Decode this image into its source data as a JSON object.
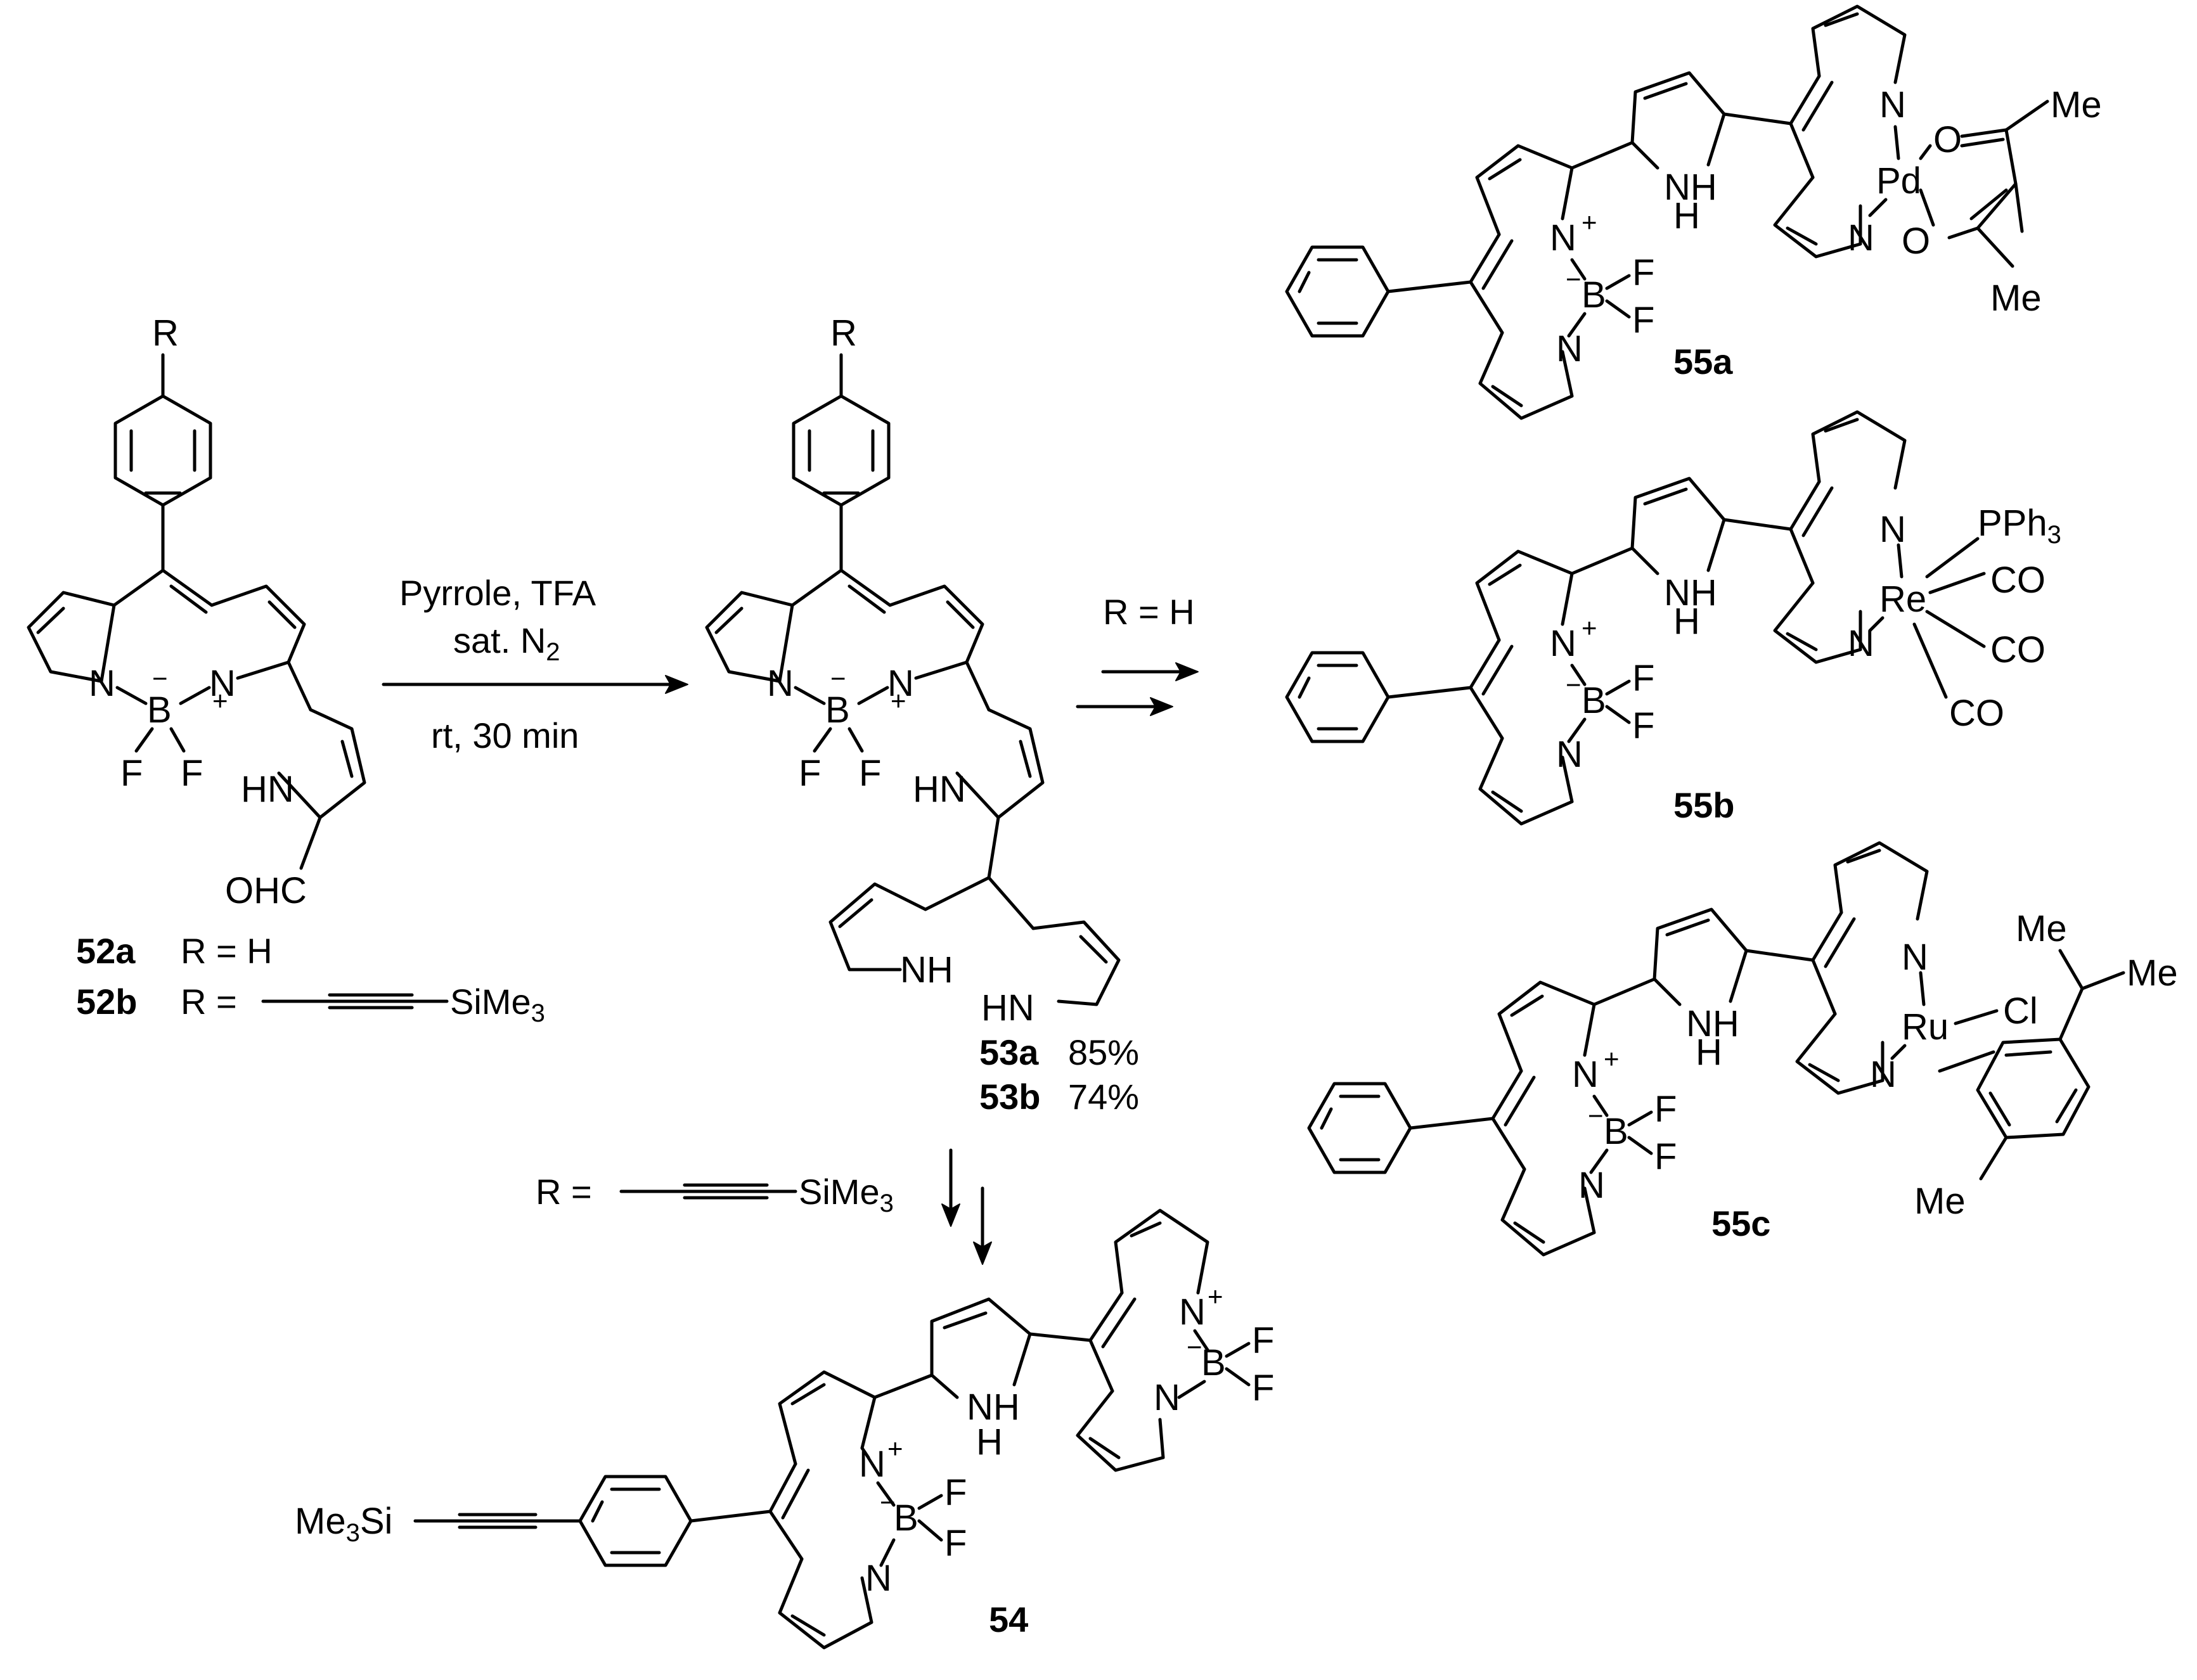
{
  "reagents": {
    "line1": "Pyrrole, TFA",
    "line2_main": "sat. N",
    "line2_sub": "2",
    "line3": "rt, 30 min"
  },
  "conditions": {
    "r_h": "R = H",
    "r_tms_prefix": "R =",
    "r_tms_group": "SiMe",
    "r_tms_sub": "3"
  },
  "labels": {
    "r": "R",
    "n": "N",
    "b": "B",
    "f": "F",
    "hn": "HN",
    "nh": "NH",
    "h": "H",
    "ohc": "OHC",
    "plus": "+",
    "minus": "−",
    "o": "O",
    "me": "Me",
    "pd": "Pd",
    "re": "Re",
    "ru": "Ru",
    "cl": "Cl",
    "co": "CO",
    "pph3_main": "PPh",
    "pph3_sub": "3",
    "me3si_main": "Me",
    "me3si_sub": "3",
    "me3si_tail": "Si"
  },
  "compounds": {
    "c52a": {
      "id": "52a",
      "desc": "R = H"
    },
    "c52b": {
      "id": "52b",
      "desc_prefix": "R =",
      "desc_group": "SiMe",
      "desc_sub": "3"
    },
    "c53a": {
      "id": "53a",
      "yield": "85%"
    },
    "c53b": {
      "id": "53b",
      "yield": "74%"
    },
    "c54": {
      "id": "54"
    },
    "c55a": {
      "id": "55a"
    },
    "c55b": {
      "id": "55b"
    },
    "c55c": {
      "id": "55c"
    }
  }
}
